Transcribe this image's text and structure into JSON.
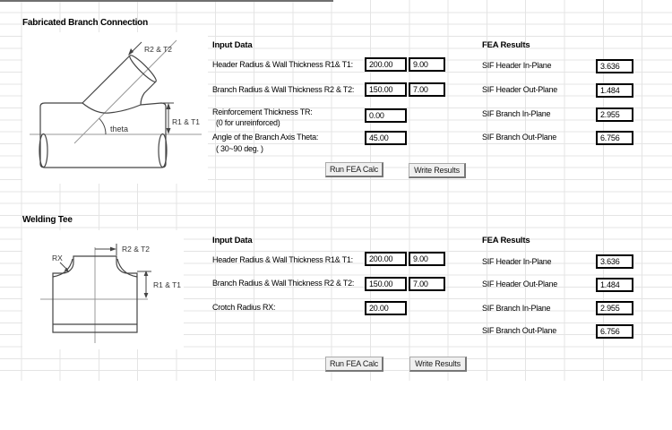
{
  "sections": [
    {
      "title": "Fabricated Branch Connection",
      "diagram": {
        "type": "fabricated-branch-connection",
        "labels": {
          "branch_dim": "R2 & T2",
          "angle": "theta",
          "header_dim": "R1 & T1"
        }
      },
      "input": {
        "heading": "Input Data",
        "rows": [
          {
            "label": "Header Radius & Wall Thickness R1& T1:",
            "value1": "200.00",
            "value2": "9.00"
          },
          {
            "label": "Branch Radius & Wall Thickness R2 & T2:",
            "value1": "150.00",
            "value2": "7.00"
          },
          {
            "label": "Reinforcement Thickness TR:",
            "note": "(0 for unreinforced)",
            "value1": "0.00"
          },
          {
            "label": "Angle of the Branch Axis Theta:",
            "note": "( 30~90 deg. )",
            "value1": "45.00"
          }
        ]
      },
      "results": {
        "heading": "FEA Results",
        "rows": [
          {
            "label": "SIF Header In-Plane",
            "value": "3.636"
          },
          {
            "label": "SIF Header Out-Plane",
            "value": "1.484"
          },
          {
            "label": "SIF Branch In-Plane",
            "value": "2.955"
          },
          {
            "label": "SIF Branch Out-Plane",
            "value": "6.756"
          }
        ]
      },
      "buttons": {
        "run": "Run FEA Calc",
        "write": "Write Results"
      }
    },
    {
      "title": "Welding Tee",
      "diagram": {
        "type": "welding-tee",
        "labels": {
          "crotch": "RX",
          "branch_dim": "R2 & T2",
          "header_dim": "R1 & T1"
        }
      },
      "input": {
        "heading": "Input Data",
        "rows": [
          {
            "label": "Header Radius & Wall Thickness R1& T1:",
            "value1": "200.00",
            "value2": "9.00"
          },
          {
            "label": "Branch Radius & Wall Thickness R2 & T2:",
            "value1": "150.00",
            "value2": "7.00"
          },
          {
            "label": "Crotch Radius RX:",
            "value1": "20.00"
          }
        ]
      },
      "results": {
        "heading": "FEA Results",
        "rows": [
          {
            "label": "SIF Header In-Plane",
            "value": "3.636"
          },
          {
            "label": "SIF Header Out-Plane",
            "value": "1.484"
          },
          {
            "label": "SIF Branch In-Plane",
            "value": "2.955"
          },
          {
            "label": "SIF Branch Out-Plane",
            "value": "6.756"
          }
        ]
      },
      "buttons": {
        "run": "Run FEA Calc",
        "write": "Write Results"
      }
    }
  ]
}
